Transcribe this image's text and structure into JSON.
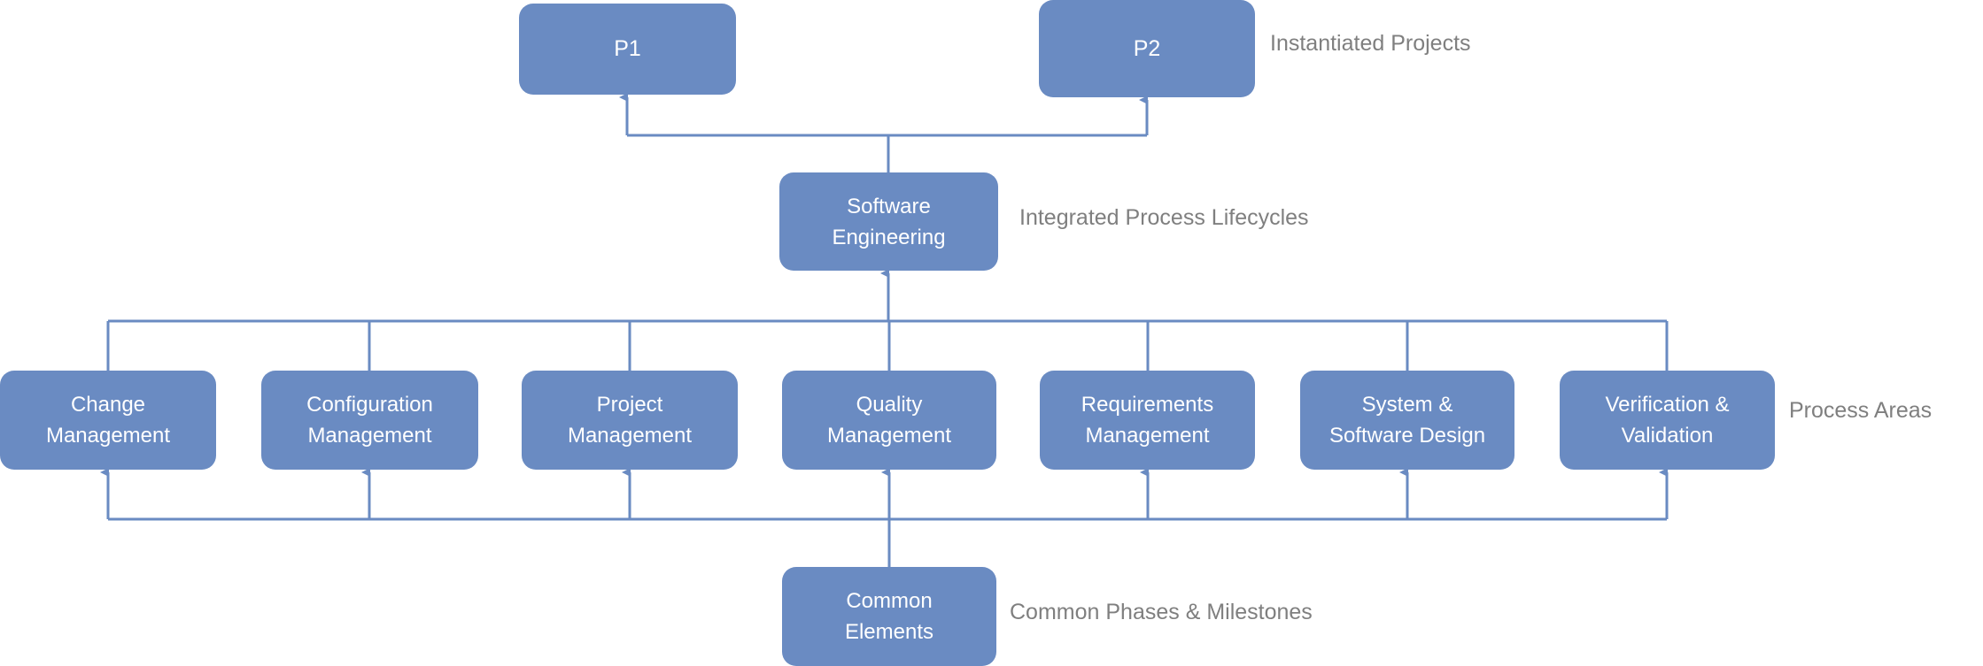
{
  "diagram": {
    "title": "Software process architecture",
    "colors": {
      "node_fill": "#6A8BC2",
      "connector": "#6A8BC2",
      "node_text": "#FFFFFF",
      "layer_label": "#7F7F7F"
    },
    "layers": {
      "projects": "Instantiated Projects",
      "lifecycles": "Integrated Process Lifecycles",
      "process_areas": "Process Areas",
      "common": "Common Phases & Milestones"
    },
    "nodes": {
      "p1": "P1",
      "p2": "P2",
      "software_engineering": "Software\nEngineering",
      "process_areas": [
        "Change\nManagement",
        "Configuration\nManagement",
        "Project\nManagement",
        "Quality\nManagement",
        "Requirements\nManagement",
        "System &\nSoftware Design",
        "Verification &\nValidation"
      ],
      "common_elements": "Common\nElements"
    },
    "edges": [
      [
        "software_engineering",
        "p1"
      ],
      [
        "software_engineering",
        "p2"
      ],
      [
        "process_areas",
        "software_engineering"
      ],
      [
        "common_elements",
        "process_areas"
      ]
    ]
  }
}
